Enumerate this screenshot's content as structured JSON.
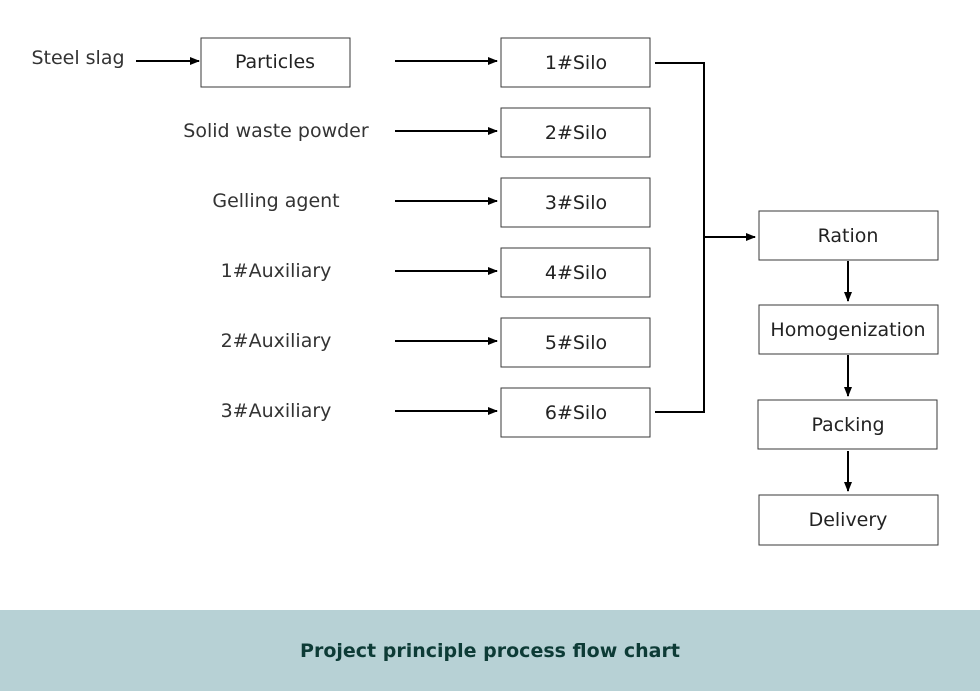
{
  "inputs": {
    "steel_slag": "Steel slag",
    "solid_waste": "Solid waste powder",
    "gelling": "Gelling agent",
    "aux1": "1#Auxiliary",
    "aux2": "2#Auxiliary",
    "aux3": "3#Auxiliary"
  },
  "particles": "Particles",
  "silos": [
    "1#Silo",
    "2#Silo",
    "3#Silo",
    "4#Silo",
    "5#Silo",
    "6#Silo"
  ],
  "process": {
    "ration": "Ration",
    "homogenization": "Homogenization",
    "packing": "Packing",
    "delivery": "Delivery"
  },
  "caption": "Project principle process flow chart"
}
